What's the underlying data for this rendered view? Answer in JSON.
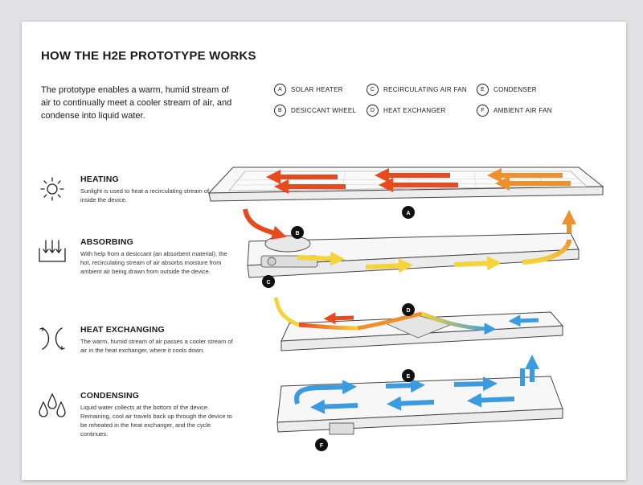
{
  "title": "HOW THE H2E PROTOTYPE WORKS",
  "intro": "The prototype enables a warm, humid stream of air to continually meet a cooler stream of air, and condense into liquid water.",
  "legend": [
    {
      "letter": "A",
      "label": "SOLAR HEATER"
    },
    {
      "letter": "B",
      "label": "DESICCANT WHEEL"
    },
    {
      "letter": "C",
      "label": "RECIRCULATING AIR FAN"
    },
    {
      "letter": "D",
      "label": "HEAT EXCHANGER"
    },
    {
      "letter": "E",
      "label": "CONDENSER"
    },
    {
      "letter": "F",
      "label": "AMBIENT AIR FAN"
    }
  ],
  "steps": [
    {
      "heading": "HEATING",
      "icon": "sun-icon",
      "text": "Sunlight is used to heat a recirculating stream of air inside the device."
    },
    {
      "heading": "ABSORBING",
      "icon": "absorb-arrows-icon",
      "text": "With help from a desiccant (an absorbent material), the hot, recirculating stream of air absorbs moisture from ambient air being drawn from outside the device."
    },
    {
      "heading": "HEAT EXCHANGING",
      "icon": "exchange-icon",
      "text": "The warm, humid stream of air passes a cooler stream of air in the heat exchanger, where it cools down."
    },
    {
      "heading": "CONDENSING",
      "icon": "droplets-icon",
      "text": "Liquid water collects at the bottom of the device. Remaining, cool air travels back up through the device to be reheated in the heat exchanger, and the cycle continues."
    }
  ],
  "diagram_labels": [
    "A",
    "B",
    "C",
    "D",
    "E",
    "F"
  ],
  "colors": {
    "hot": "#e8491d",
    "warm": "#f19a2a",
    "yellow": "#f5d33a",
    "cool": "#3b9be0",
    "outline": "#444444"
  }
}
